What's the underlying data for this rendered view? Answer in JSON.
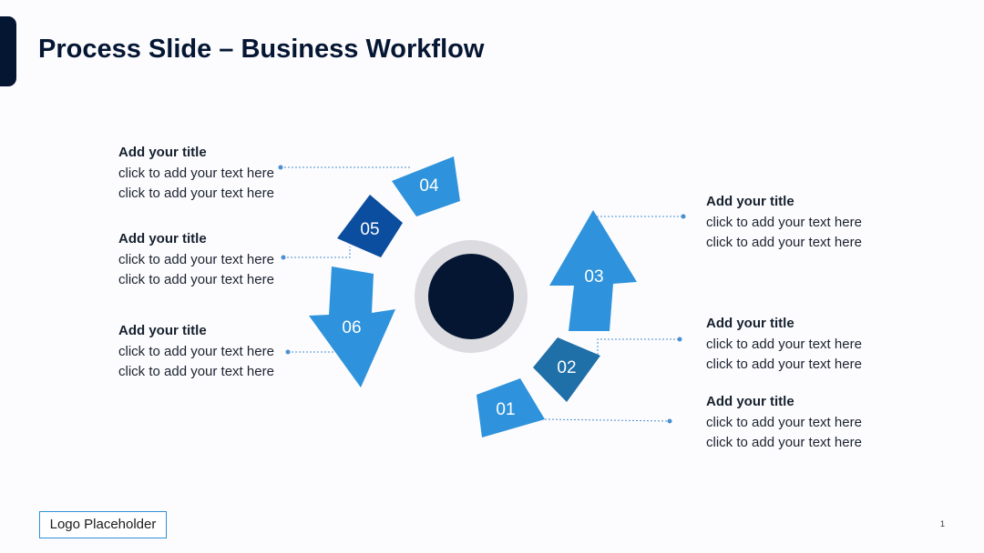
{
  "slide": {
    "title": "Process Slide – Business Workflow",
    "page_number": "1",
    "logo_placeholder": "Logo Placeholder"
  },
  "colors": {
    "navy": "#051633",
    "blue": "#2e93dc",
    "dark_blue": "#0b4d9e",
    "steel_blue": "#1f6fa8",
    "ring_gray": "#dcdce0",
    "connector": "#4a8fd0"
  },
  "steps": [
    {
      "number": "01",
      "color": "#2e93dc",
      "title": "Add your title",
      "line1": "click to add your text here",
      "line2": "click to add your text here"
    },
    {
      "number": "02",
      "color": "#1f6fa8",
      "title": "Add your title",
      "line1": "click to add your text here",
      "line2": "click to add your text here"
    },
    {
      "number": "03",
      "color": "#2e93dc",
      "title": "Add your title",
      "line1": "click to add your text here",
      "line2": "click to add your text here"
    },
    {
      "number": "04",
      "color": "#2e93dc",
      "title": "Add your title",
      "line1": "click to add your text here",
      "line2": "click to add your text here"
    },
    {
      "number": "05",
      "color": "#0b4d9e",
      "title": "Add your title",
      "line1": "click to add your text here",
      "line2": "click to add your text here"
    },
    {
      "number": "06",
      "color": "#2e93dc",
      "title": "Add your title",
      "line1": "click to add your text here",
      "line2": "click to add your text here"
    }
  ]
}
